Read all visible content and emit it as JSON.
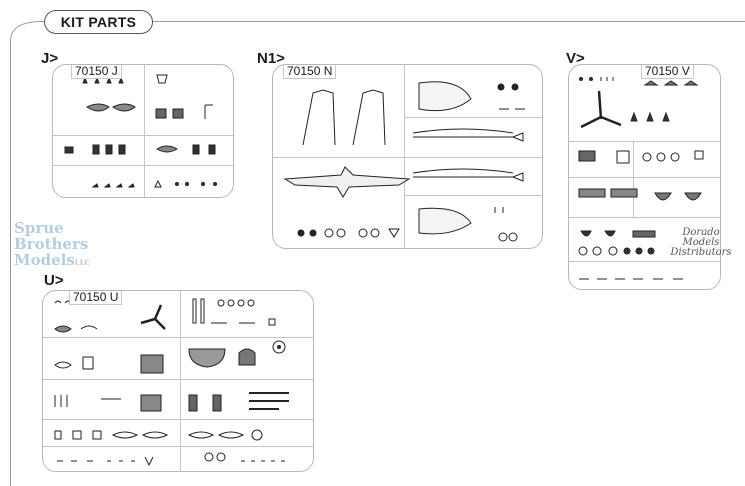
{
  "header": {
    "title": "KIT PARTS"
  },
  "sprues": {
    "j": {
      "label": "J>",
      "code": "70150 J"
    },
    "n1": {
      "label": "N1>",
      "code": "70150 N"
    },
    "v": {
      "label": "V>",
      "code": "70150 V"
    },
    "u": {
      "label": "U>",
      "code": "70150 U"
    }
  },
  "watermark": {
    "line1": "Sprue",
    "line2": "Brothers",
    "line3": "Models",
    "suffix": "LLC"
  },
  "distributor": {
    "line1": "Dorado",
    "line2": "Models",
    "line3": "Distributors"
  }
}
